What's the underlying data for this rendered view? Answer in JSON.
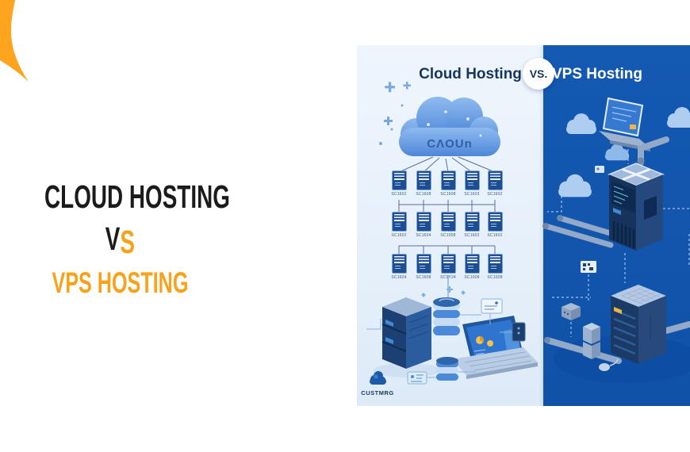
{
  "colors": {
    "accent_orange": "#F7A21B",
    "headline_black": "#1B1B1B",
    "light_background": "#E9F1FB",
    "dark_background": "#1156AE",
    "navy_text": "#16365C",
    "server_fill": "#1D4E94",
    "connector_line": "#5A6E94"
  },
  "banner": {
    "headline": {
      "line1": "CLOUD HOSTING",
      "vs_first_letter": "V",
      "vs_second_letter": "S",
      "line3": "VPS HOSTING"
    }
  },
  "illustration": {
    "header": {
      "left_title": "Cloud Hosting",
      "vs_badge": "VS.",
      "right_title": "VPS Hosting"
    },
    "cloud_word": "CΛOUn",
    "watermark": "CUSTMRG",
    "server_labels": {
      "row1": [
        "SC1602",
        "SC1608",
        "SC1608",
        "SC1603",
        "SC1602"
      ],
      "row2": [
        "SC1602",
        "SC1604",
        "SC1008",
        "SC1602",
        "SC1602"
      ],
      "row3": [
        "SC1604",
        "SC1608",
        "SC1Y24",
        "SC1008",
        "SC1008"
      ]
    }
  }
}
